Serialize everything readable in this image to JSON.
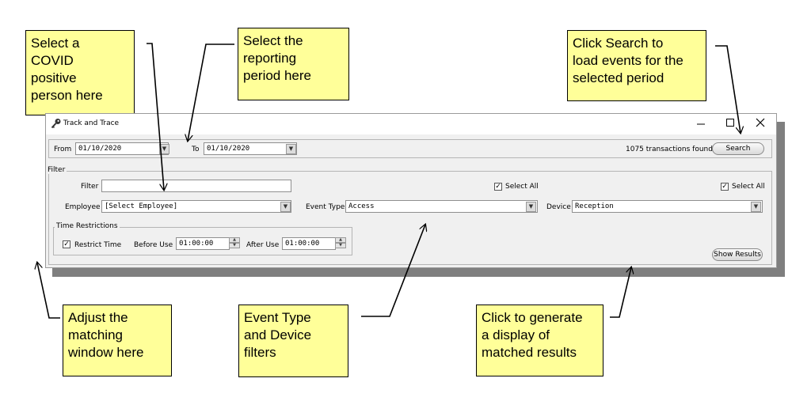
{
  "callouts": {
    "covid": "Select a\nCOVID\npositive\nperson here",
    "period": "Select the\nreporting\nperiod here",
    "search": "Click Search to\nload events for the\nselected period",
    "window": "Adjust the\nmatching\nwindow here",
    "filters": "Event Type\nand Device\nfilters",
    "results": "Click to generate\na display of\nmatched results"
  },
  "window": {
    "title": "Track and Trace",
    "from_label": "From",
    "from_value": "01/10/2020",
    "to_label": "To",
    "to_value": "01/10/2020",
    "transactions": "1075 transactions found",
    "search_label": "Search",
    "filter_group": "Filter",
    "filter_label": "Filter",
    "filter_value": "",
    "select_all_1": "Select All",
    "select_all_2": "Select All",
    "employee_label": "Employee",
    "employee_value": "[Select Employee]",
    "event_type_label": "Event Type",
    "event_type_value": "Access",
    "device_label": "Device",
    "device_value": "Reception",
    "time_group": "Time Restrictions",
    "restrict_label": "Restrict Time",
    "before_label": "Before Use",
    "before_value": "01:00:00",
    "after_label": "After Use",
    "after_value": "01:00:00",
    "show_results_label": "Show Results"
  }
}
